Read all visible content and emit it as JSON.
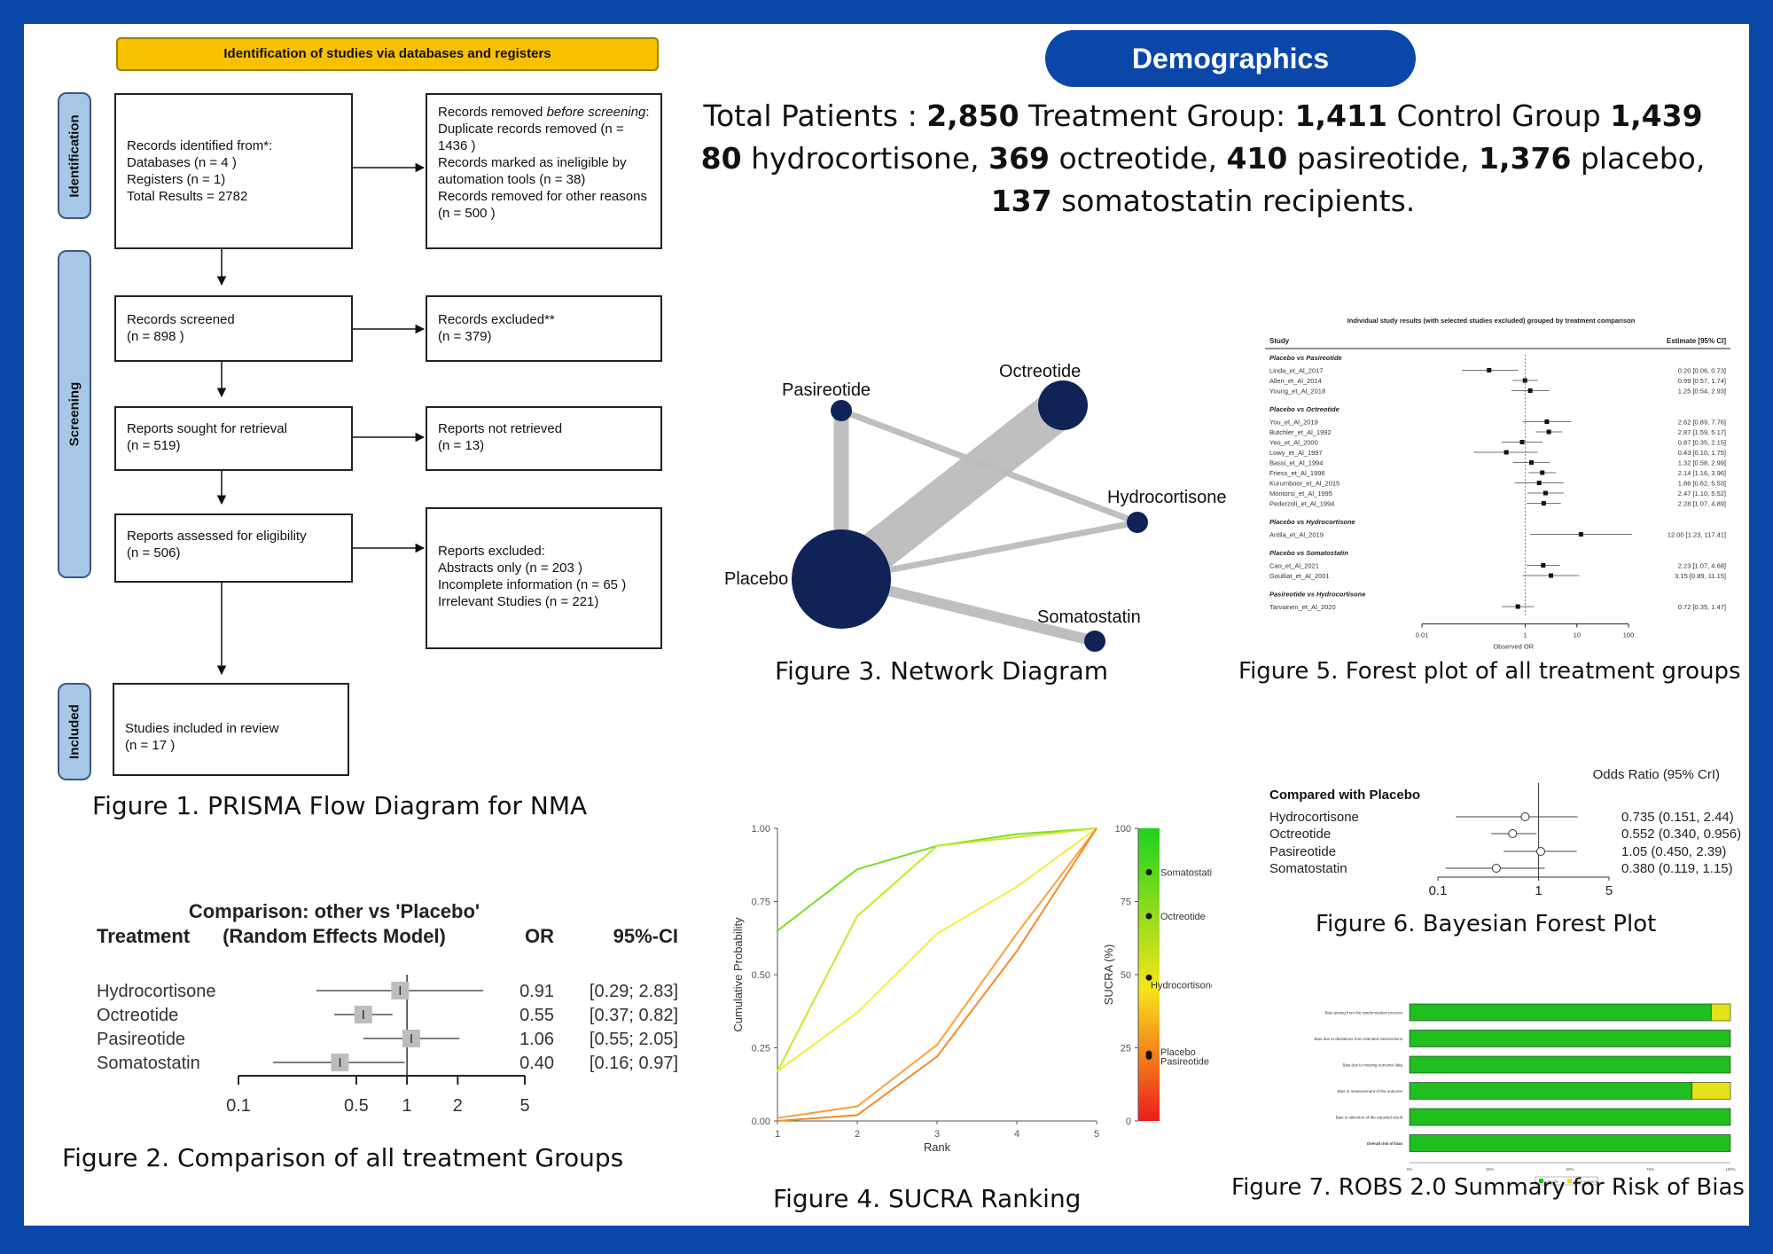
{
  "prisma": {
    "header": "Identification of studies via databases and registers",
    "stages": [
      "Identification",
      "Screening",
      "Included"
    ],
    "identified": [
      "Records identified from*:",
      "Databases (n = 4 )",
      "Registers (n = 1)",
      "Total Results = 2782"
    ],
    "removed_line1_a": "Records removed ",
    "removed_line1_b": "before screening",
    "removed_line1_c": ":",
    "removed_rest": [
      "Duplicate records removed  (n = 1436 )",
      "Records marked as ineligible by automation tools (n = 38)",
      "Records removed for other reasons (n = 500 )"
    ],
    "screened": [
      "Records screened",
      "(n = 898 )"
    ],
    "excluded": [
      "Records excluded**",
      "(n = 379)"
    ],
    "sought": [
      "Reports sought for retrieval",
      "(n = 519)"
    ],
    "not_retrieved": [
      "Reports not retrieved",
      "(n = 13)"
    ],
    "assessed": [
      "Reports assessed for eligibility",
      "(n = 506)"
    ],
    "reports_excluded": [
      "Reports excluded:",
      "Abstracts only (n = 203 )",
      "Incomplete information (n = 65 )",
      "Irrelevant Studies (n = 221)"
    ],
    "included": [
      "Studies included in review",
      "(n = 17 )"
    ],
    "caption": "Figure 1. PRISMA Flow Diagram for NMA"
  },
  "demographics": {
    "pill": "Demographics",
    "l1_a": "Total Patients : ",
    "l1_b": "2,850",
    "l1_c": "  Treatment Group: ",
    "l1_d": "1,411",
    "l1_e": "    Control Group ",
    "l1_f": "1,439",
    "l2_a": "80",
    "l2_b": " hydrocortisone, ",
    "l2_c": "369",
    "l2_d": " octreotide, ",
    "l2_e": "410",
    "l2_f": " pasireotide, ",
    "l2_g": "1,376",
    "l2_h": " placebo,",
    "l3_a": "137",
    "l3_b": " somatostatin recipients."
  },
  "chart_data": [
    {
      "id": "fig2",
      "type": "forest",
      "title": [
        "Comparison: other vs 'Placebo'",
        "(Random Effects Model)"
      ],
      "col_treatment": "Treatment",
      "col_or": "OR",
      "col_ci": "95%-CI",
      "scale": "log",
      "ticks": [
        0.1,
        0.5,
        1,
        2,
        5
      ],
      "tick_labels": [
        "0.1",
        "0.5",
        "1",
        "2",
        "5"
      ],
      "rows": [
        {
          "label": "Hydrocortisone",
          "or": 0.91,
          "lo": 0.29,
          "hi": 2.83,
          "or_text": "0.91",
          "ci_text": "[0.29; 2.83]"
        },
        {
          "label": "Octreotide",
          "or": 0.55,
          "lo": 0.37,
          "hi": 0.82,
          "or_text": "0.55",
          "ci_text": "[0.37; 0.82]"
        },
        {
          "label": "Pasireotide",
          "or": 1.06,
          "lo": 0.55,
          "hi": 2.05,
          "or_text": "1.06",
          "ci_text": "[0.55; 2.05]"
        },
        {
          "label": "Somatostatin",
          "or": 0.4,
          "lo": 0.16,
          "hi": 0.97,
          "or_text": "0.40",
          "ci_text": "[0.16; 0.97]"
        }
      ],
      "caption": "Figure 2. Comparison of all treatment Groups"
    },
    {
      "id": "fig3",
      "type": "network",
      "nodes": [
        {
          "name": "Pasireotide",
          "size": 410
        },
        {
          "name": "Octreotide",
          "size": 369
        },
        {
          "name": "Hydrocortisone",
          "size": 80
        },
        {
          "name": "Placebo",
          "size": 1376
        },
        {
          "name": "Somatostatin",
          "size": 137
        }
      ],
      "edges": [
        {
          "from": "Placebo",
          "to": "Octreotide",
          "weight": 9
        },
        {
          "from": "Placebo",
          "to": "Pasireotide",
          "weight": 3
        },
        {
          "from": "Placebo",
          "to": "Hydrocortisone",
          "weight": 1
        },
        {
          "from": "Placebo",
          "to": "Somatostatin",
          "weight": 2
        },
        {
          "from": "Pasireotide",
          "to": "Hydrocortisone",
          "weight": 1
        }
      ],
      "caption": "Figure 3. Network Diagram"
    },
    {
      "id": "fig4",
      "type": "line",
      "xlabel": "Rank",
      "ylabel": "Cumulative Probability",
      "x": [
        1,
        2,
        3,
        4,
        5
      ],
      "xlim": [
        1,
        5
      ],
      "ylim": [
        0,
        1
      ],
      "yticks": [
        "0.00",
        "0.25",
        "0.50",
        "0.75",
        "1.00"
      ],
      "xticks": [
        "1",
        "2",
        "3",
        "4",
        "5"
      ],
      "series": [
        {
          "color": "#7ddc1f",
          "values": [
            0.65,
            0.86,
            0.94,
            0.98,
            1.0
          ]
        },
        {
          "color": "#c6ea2a",
          "values": [
            0.17,
            0.7,
            0.94,
            0.97,
            1.0
          ]
        },
        {
          "color": "#f2ee3c",
          "values": [
            0.17,
            0.37,
            0.64,
            0.8,
            1.0
          ]
        },
        {
          "color": "#f7a23a",
          "values": [
            0.01,
            0.05,
            0.26,
            0.64,
            1.0
          ]
        },
        {
          "color": "#f28b2a",
          "values": [
            0.0,
            0.02,
            0.22,
            0.58,
            1.0
          ]
        }
      ],
      "sucra": {
        "ylabel": "SUCRA (%)",
        "yticks": [
          "0",
          "25",
          "50",
          "75",
          "100"
        ],
        "points": [
          {
            "label": "Somatostatin",
            "value": 85
          },
          {
            "label": "Octreotide",
            "value": 70
          },
          {
            "label": "Hydrocortisone",
            "value": 49
          },
          {
            "label": "Placebo",
            "value": 23
          },
          {
            "label": "Pasireotide",
            "value": 22
          }
        ]
      },
      "caption": "Figure 4. SUCRA Ranking"
    },
    {
      "id": "fig5",
      "type": "forest",
      "title": "Individual study results (with selected studies excluded) grouped by treatment comparison",
      "col_study": "Study",
      "col_estimate": "Estimate [95% CI]",
      "xlabel": "Observed  OR",
      "scale": "log",
      "ticks": [
        0.01,
        1,
        10,
        100
      ],
      "tick_labels": [
        "0.01",
        "1",
        "10",
        "100"
      ],
      "groups": [
        {
          "name": "Placebo vs Pasireotide",
          "studies": [
            {
              "label": "Linda_et_Al_2017",
              "est": 0.2,
              "lo": 0.06,
              "hi": 0.73,
              "text": "0.20 [0.06,  0.73]"
            },
            {
              "label": "Allen_et_Al_2014",
              "est": 0.99,
              "lo": 0.57,
              "hi": 1.74,
              "text": "0.99 [0.57,  1.74]"
            },
            {
              "label": "Young_et_Al_2018",
              "est": 1.25,
              "lo": 0.54,
              "hi": 2.93,
              "text": "1.25 [0.54,  2.93]"
            }
          ]
        },
        {
          "name": "Placebo vs Octreotide",
          "studies": [
            {
              "label": "You_et_Al_2019",
              "est": 2.62,
              "lo": 0.89,
              "hi": 7.76,
              "text": "2.62 [0.89,  7.76]"
            },
            {
              "label": "Butchler_et_Al_1992",
              "est": 2.87,
              "lo": 1.59,
              "hi": 5.17,
              "text": "2.87 [1.59,  5.17]"
            },
            {
              "label": "Yeo_et_Al_2000",
              "est": 0.87,
              "lo": 0.35,
              "hi": 2.15,
              "text": "0.87 [0.35,  2.15]"
            },
            {
              "label": "Lowy_et_Al_1997",
              "est": 0.43,
              "lo": 0.1,
              "hi": 1.75,
              "text": "0.43 [0.10,  1.75]"
            },
            {
              "label": "Bassi_et_Al_1994",
              "est": 1.32,
              "lo": 0.58,
              "hi": 2.99,
              "text": "1.32 [0.58,  2.99]"
            },
            {
              "label": "Friess_et_Al_1996",
              "est": 2.14,
              "lo": 1.16,
              "hi": 3.96,
              "text": "2.14 [1.16,  3.96]"
            },
            {
              "label": "Kurumboor_et_Al_2015",
              "est": 1.86,
              "lo": 0.62,
              "hi": 5.53,
              "text": "1.86 [0.62,  5.53]"
            },
            {
              "label": "Montorsi_et_Al_1995",
              "est": 2.47,
              "lo": 1.1,
              "hi": 5.52,
              "text": "2.47 [1.10,  5.52]"
            },
            {
              "label": "Pederzoli_et_Al_1994",
              "est": 2.28,
              "lo": 1.07,
              "hi": 4.89,
              "text": "2.28 [1.07,  4.89]"
            }
          ]
        },
        {
          "name": "Placebo vs Hydrocortisone",
          "studies": [
            {
              "label": "Antila_et_Al_2019",
              "est": 12.0,
              "lo": 1.23,
              "hi": 117.41,
              "text": "12.00 [1.23, 117.41]"
            }
          ]
        },
        {
          "name": "Placebo vs Somatostatin",
          "studies": [
            {
              "label": "Cao_et_Al_2021",
              "est": 2.23,
              "lo": 1.07,
              "hi": 4.68,
              "text": "2.23 [1.07,  4.68]"
            },
            {
              "label": "Goulliat_et_Al_2001",
              "est": 3.15,
              "lo": 0.89,
              "hi": 11.15,
              "text": "3.15 [0.89,  11.15]"
            }
          ]
        },
        {
          "name": "Pasireotide vs Hydrocortisone",
          "studies": [
            {
              "label": "Tarvainen_et_Al_2020",
              "est": 0.72,
              "lo": 0.35,
              "hi": 1.47,
              "text": "0.72 [0.35,  1.47]"
            }
          ]
        }
      ],
      "caption": "Figure 5. Forest plot of all treatment groups"
    },
    {
      "id": "fig6",
      "type": "forest",
      "header": "Odds Ratio (95% CrI)",
      "group": "Compared with Placebo",
      "scale": "log",
      "ticks": [
        0.1,
        1,
        5
      ],
      "tick_labels": [
        "0.1",
        "1",
        "5"
      ],
      "rows": [
        {
          "label": "Hydrocortisone",
          "or": 0.735,
          "lo": 0.151,
          "hi": 2.44,
          "text": "0.735 (0.151, 2.44)"
        },
        {
          "label": "Octreotide",
          "or": 0.552,
          "lo": 0.34,
          "hi": 0.956,
          "text": "0.552 (0.340, 0.956)"
        },
        {
          "label": "Pasireotide",
          "or": 1.05,
          "lo": 0.45,
          "hi": 2.39,
          "text": "1.05 (0.450, 2.39)"
        },
        {
          "label": "Somatostatin",
          "or": 0.38,
          "lo": 0.119,
          "hi": 1.15,
          "text": "0.380 (0.119, 1.15)"
        }
      ],
      "caption": "Figure 6. Bayesian Forest Plot"
    },
    {
      "id": "fig7",
      "type": "bar",
      "stacked": true,
      "xlim": [
        0,
        100
      ],
      "xtick_labels": [
        "0%",
        "25%",
        "50%",
        "75%",
        "100%"
      ],
      "categories": [
        "Bias arising from the randomization process",
        "Bias due to deviations from intended interventions",
        "Bias due to missing outcome data",
        "Bias in measurement of the outcome",
        "Bias in selection of the reported result",
        "Overall risk of bias"
      ],
      "series": [
        {
          "name": "Low risk",
          "color": "#1fbf1f",
          "values": [
            94,
            100,
            100,
            88,
            100,
            100
          ]
        },
        {
          "name": "Some concerns",
          "color": "#e4e21a",
          "values": [
            6,
            0,
            0,
            12,
            0,
            0
          ]
        }
      ],
      "caption": "Figure 7. ROBS 2.0 Summary for Risk of Bias"
    }
  ]
}
